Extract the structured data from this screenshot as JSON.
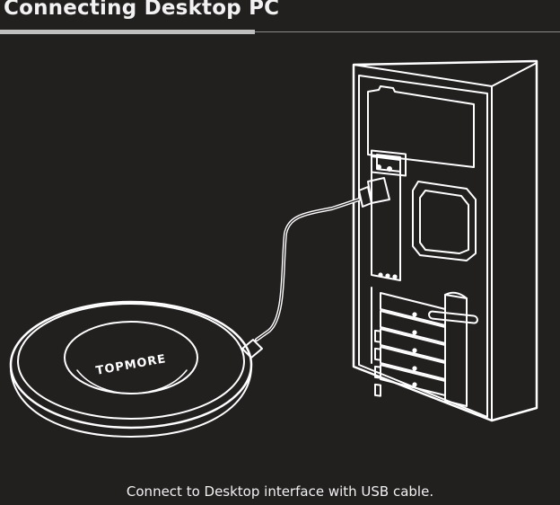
{
  "header": {
    "title": "Connecting Desktop PC"
  },
  "illustration": {
    "brand_logo_text": "TOPMORE"
  },
  "caption": "Connect to Desktop interface with USB cable.",
  "colors": {
    "background": "#221f1f",
    "line": "#ffffff",
    "accent_bar": "#bfbfbf"
  }
}
